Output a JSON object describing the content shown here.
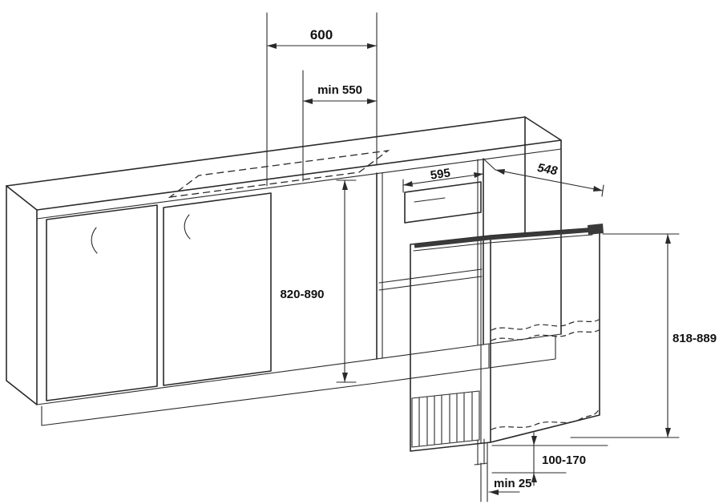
{
  "diagram": {
    "dimension_labels": {
      "niche_width": "600",
      "niche_depth": "min 550",
      "appliance_width": "595",
      "appliance_depth": "548",
      "niche_height": "820-890",
      "appliance_height": "818-889",
      "plinth_recess": "100-170",
      "min_gap": "min 25"
    },
    "colors": {
      "line": "#2a2a2a",
      "text": "#111111",
      "background": "#ffffff"
    }
  }
}
